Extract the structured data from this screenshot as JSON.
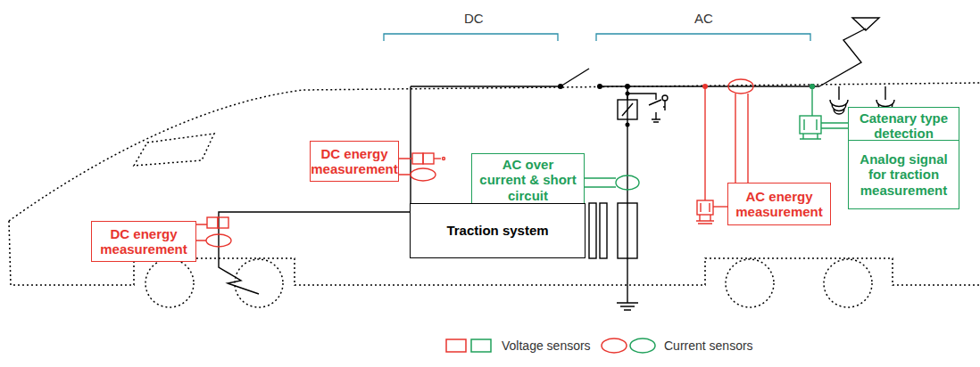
{
  "diagram": {
    "nodes": [
      {
        "text": [
          "DC energy measurement"
        ]
      },
      {
        "text": [
          "AC over current & short circuit"
        ]
      },
      {
        "text": [
          "Catenary type detection"
        ]
      },
      {
        "text": [
          "Analog signal for traction measurement"
        ]
      },
      {
        "text": [
          "AC energy measurement"
        ]
      },
      {
        "text": [
          "DC energy measurement"
        ]
      },
      {
        "text": [
          "Traction system"
        ]
      }
    ],
    "labels": [
      "DC",
      "AC"
    ],
    "legend": [
      {
        "text": "Voltage sensors"
      },
      {
        "text": "Current sensors"
      }
    ]
  }
}
